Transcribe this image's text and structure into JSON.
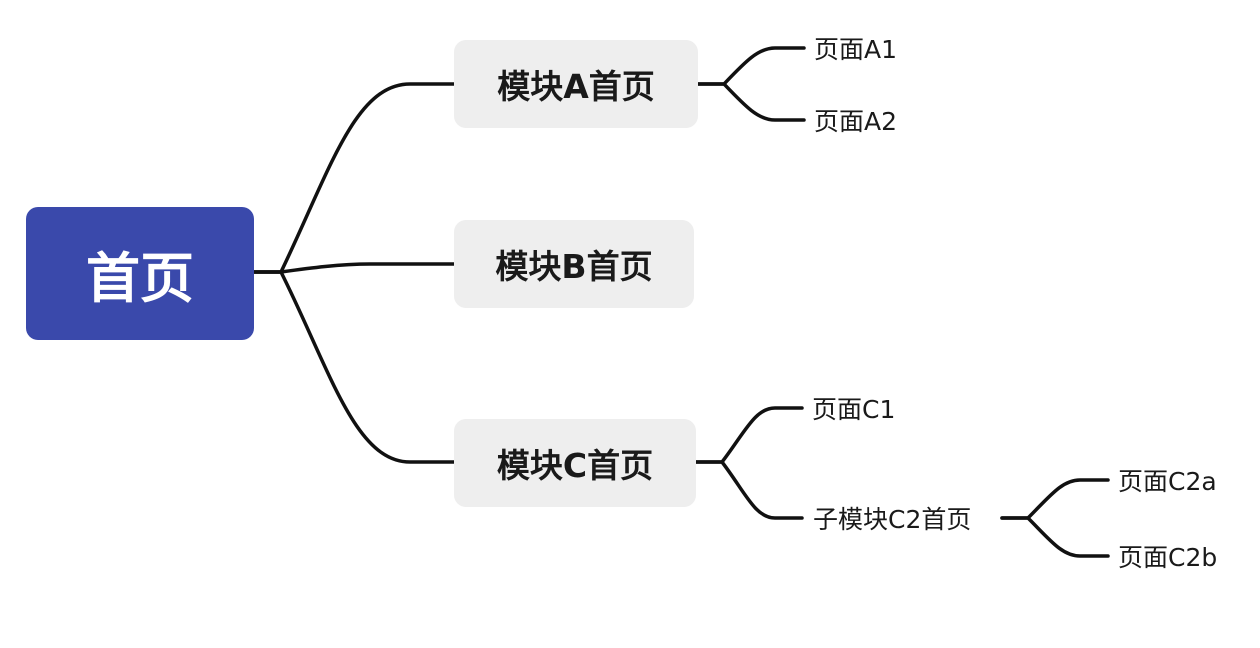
{
  "colors": {
    "root_fill": "#3a49ab",
    "module_fill": "#eeeeee",
    "edge": "#111111"
  },
  "root": {
    "label": "首页"
  },
  "modules": [
    {
      "label": "模块A首页",
      "children": [
        "页面A1",
        "页面A2"
      ]
    },
    {
      "label": "模块B首页",
      "children": []
    },
    {
      "label": "模块C首页",
      "children": [
        "页面C1",
        "子模块C2首页"
      ]
    }
  ],
  "submodule_c2": {
    "label": "子模块C2首页",
    "children": [
      "页面C2a",
      "页面C2b"
    ]
  }
}
